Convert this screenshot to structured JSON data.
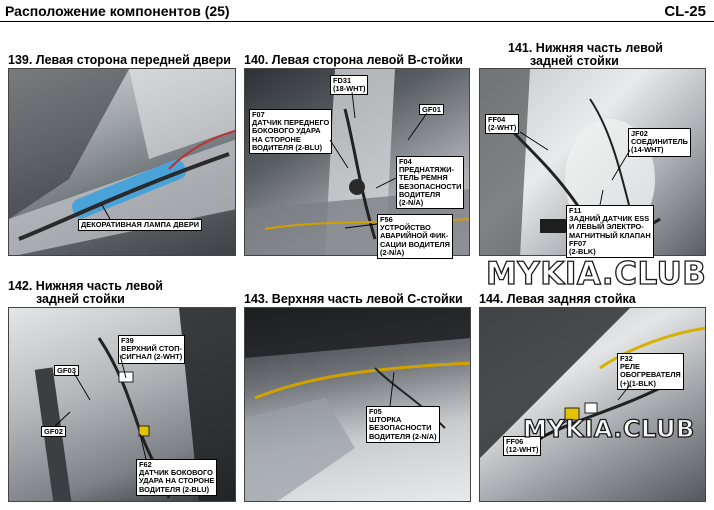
{
  "header": {
    "title": "Расположение компонентов (25)",
    "page": "CL-25"
  },
  "panels": [
    {
      "id": "139",
      "title_lines": [
        "139. Левая сторона передней двери"
      ],
      "callouts": [
        {
          "lines": [
            "ДЕКОРАТИВНАЯ ЛАМПА ДВЕРИ"
          ]
        }
      ]
    },
    {
      "id": "140",
      "title_lines": [
        "140. Левая сторона левой В-стойки"
      ],
      "callouts": [
        {
          "lines": [
            "FD31",
            "(18-WHT)"
          ]
        },
        {
          "lines": [
            "GF01"
          ]
        },
        {
          "lines": [
            "F07",
            "ДАТЧИК ПЕРЕДНЕГО",
            "БОКОВОГО УДАРА",
            "НА СТОРОНЕ",
            "ВОДИТЕЛЯ (2-BLU)"
          ]
        },
        {
          "lines": [
            "F04",
            "ПРЕДНАТЯЖИ-",
            "ТЕЛЬ РЕМНЯ",
            "БЕЗОПАСНОСТИ",
            "ВОДИТЕЛЯ",
            "(2-N/A)"
          ]
        },
        {
          "lines": [
            "F56",
            "УСТРОЙСТВО",
            "АВАРИЙНОЙ ФИК-",
            "САЦИИ ВОДИТЕЛЯ",
            "(2-N/A)"
          ]
        }
      ]
    },
    {
      "id": "141",
      "title_lines": [
        "141. Нижняя часть левой",
        "задней стойки"
      ],
      "callouts": [
        {
          "lines": [
            "FF04",
            "(2-WHT)"
          ]
        },
        {
          "lines": [
            "JF02",
            "СОЕДИНИТЕЛЬ",
            "(14-WHT)"
          ]
        },
        {
          "lines": [
            "F11",
            "ЗАДНИЙ ДАТЧИК ESS",
            "И ЛЕВЫЙ ЭЛЕКТРО-",
            "МАГНИТНЫЙ КЛАПАН",
            "FF07",
            "(2-BLK)"
          ]
        }
      ]
    },
    {
      "id": "142",
      "title_lines": [
        "142. Нижняя часть левой",
        "задней стойки"
      ],
      "callouts": [
        {
          "lines": [
            "F39",
            "ВЕРХНИЙ СТОП-",
            "СИГНАЛ (2-WHT)"
          ]
        },
        {
          "lines": [
            "GF03"
          ]
        },
        {
          "lines": [
            "GF02"
          ]
        },
        {
          "lines": [
            "F62",
            "ДАТЧИК БОКОВОГО",
            "УДАРА НА СТОРОНЕ",
            "ВОДИТЕЛЯ (2-BLU)"
          ]
        }
      ]
    },
    {
      "id": "143",
      "title_lines": [
        "143. Верхняя часть левой С-стойки"
      ],
      "callouts": [
        {
          "lines": [
            "F05",
            "ШТОРКА",
            "БЕЗОПАСНОСТИ",
            "ВОДИТЕЛЯ (2-N/A)"
          ]
        }
      ]
    },
    {
      "id": "144",
      "title_lines": [
        "144. Левая задняя стойка"
      ],
      "callouts": [
        {
          "lines": [
            "F32",
            "РЕЛЕ",
            "ОБОГРЕВАТЕЛЯ",
            "(+)(1-BLK)"
          ]
        },
        {
          "lines": [
            "FF06",
            "(12-WHT)"
          ]
        }
      ]
    }
  ],
  "watermarks": [
    "MYKIA.CLUB",
    "MYKIA.CLUB"
  ],
  "colors": {
    "background": "#ffffff",
    "text": "#000000",
    "callout_border": "#000000",
    "photo_frame": "#444444"
  }
}
